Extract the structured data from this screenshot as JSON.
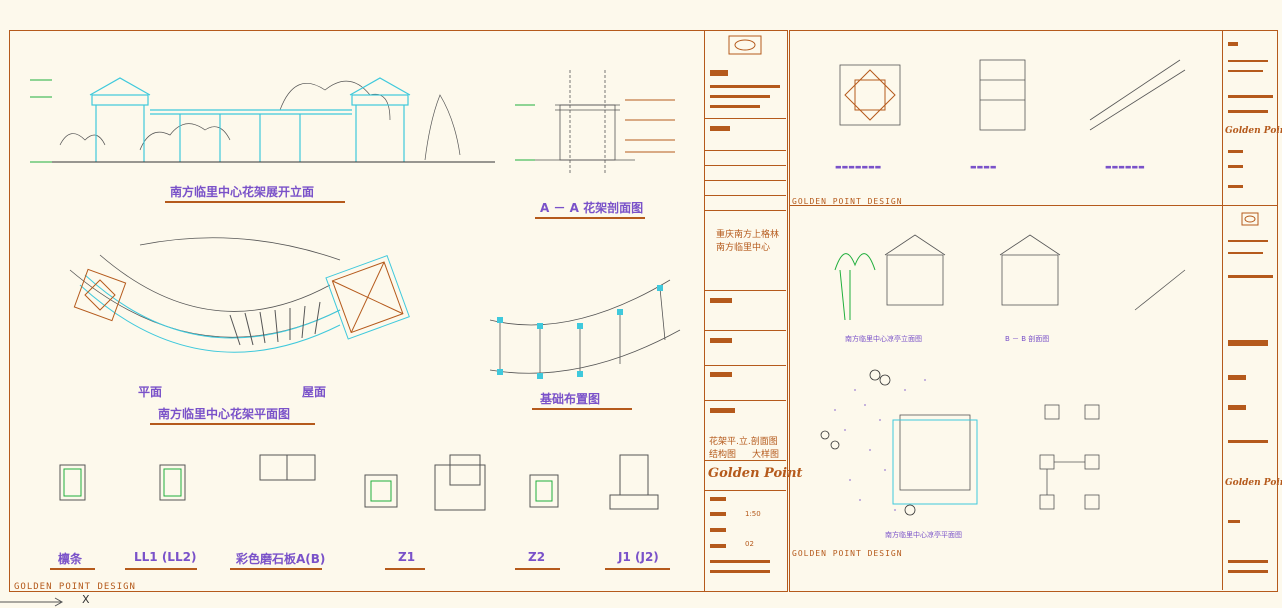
{
  "left_sheet": {
    "brand": "GOLDEN POINT DESIGN",
    "elevation_title": "南方临里中心花架展开立面",
    "section_aa_title": "A － A 花架剖面图",
    "plan_title": "南方临里中心花架平面图",
    "foundation_title": "基础布置图",
    "plan_label_left": "平面",
    "plan_label_right": "屋面",
    "details": [
      "檩条",
      "LL1 (LL2)",
      "彩色磨石板A(B)",
      "Z1",
      "Z2",
      "J1 (J2)"
    ]
  },
  "title_block": {
    "project_line1": "重庆南方上格林",
    "project_line2": "南方临里中心",
    "drawing_line1": "花架平.立.剖面图",
    "drawing_line2a": "结构图",
    "drawing_line2b": "大样图",
    "logo": "Golden Point",
    "scale": "1:50",
    "sheet": "02"
  },
  "right_sheet": {
    "brand_top": "GOLDEN POINT DESIGN",
    "brand_bottom": "GOLDEN POINT DESIGN",
    "logo_a": "Golden Point",
    "logo_b": "Golden Point",
    "pavilion_plan_title": "南方临里中心凉亭平面图",
    "pavilion_elev_title": "南方临里中心凉亭立面图",
    "section_bb": "B － B 剖面图"
  },
  "coord": {
    "x_label": "X"
  },
  "colors": {
    "accent": "#b55a1c",
    "text": "#7a52c9",
    "cyan": "#3fc9dc",
    "bg": "#fdf9ec"
  }
}
